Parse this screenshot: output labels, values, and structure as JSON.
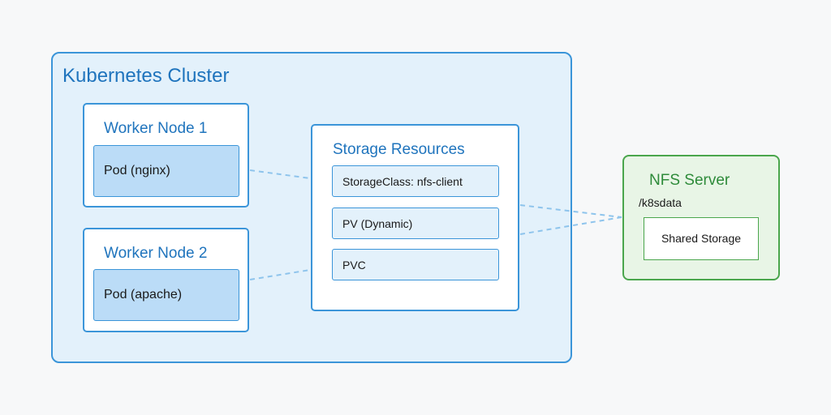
{
  "cluster": {
    "title": "Kubernetes Cluster"
  },
  "nodes": [
    {
      "title": "Worker Node 1",
      "pod": "Pod (nginx)"
    },
    {
      "title": "Worker Node 2",
      "pod": "Pod (apache)"
    }
  ],
  "storage": {
    "title": "Storage Resources",
    "items": [
      "StorageClass: nfs-client",
      "PV (Dynamic)",
      "PVC"
    ]
  },
  "nfs": {
    "title": "NFS Server",
    "path": "/k8sdata",
    "storage_label": "Shared Storage"
  },
  "colors": {
    "cluster_fill": "#e3f1fb",
    "cluster_border": "#3b95d9",
    "cluster_text": "#1f74bd",
    "pod_fill": "#bbdcf7",
    "nfs_fill": "#e8f5e6",
    "nfs_border": "#4aa64c",
    "nfs_text": "#2e8b3a",
    "connector": "#8ec4ec"
  }
}
